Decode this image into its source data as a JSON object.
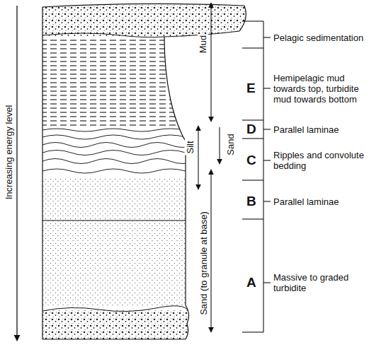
{
  "diagram": {
    "labels": [
      "Increasing energy level",
      "Mud",
      "Silt",
      "Sand",
      "Sand (to granule at base)",
      "Pelagic sedimentation",
      "E",
      "Hemipelagic mud towards top, turbidite mud towards bottom",
      "D",
      "Parallel laminae",
      "C",
      "Ripples and convolute bedding",
      "B",
      "Parallel laminae",
      "A",
      "Massive to graded turbidite"
    ]
  }
}
